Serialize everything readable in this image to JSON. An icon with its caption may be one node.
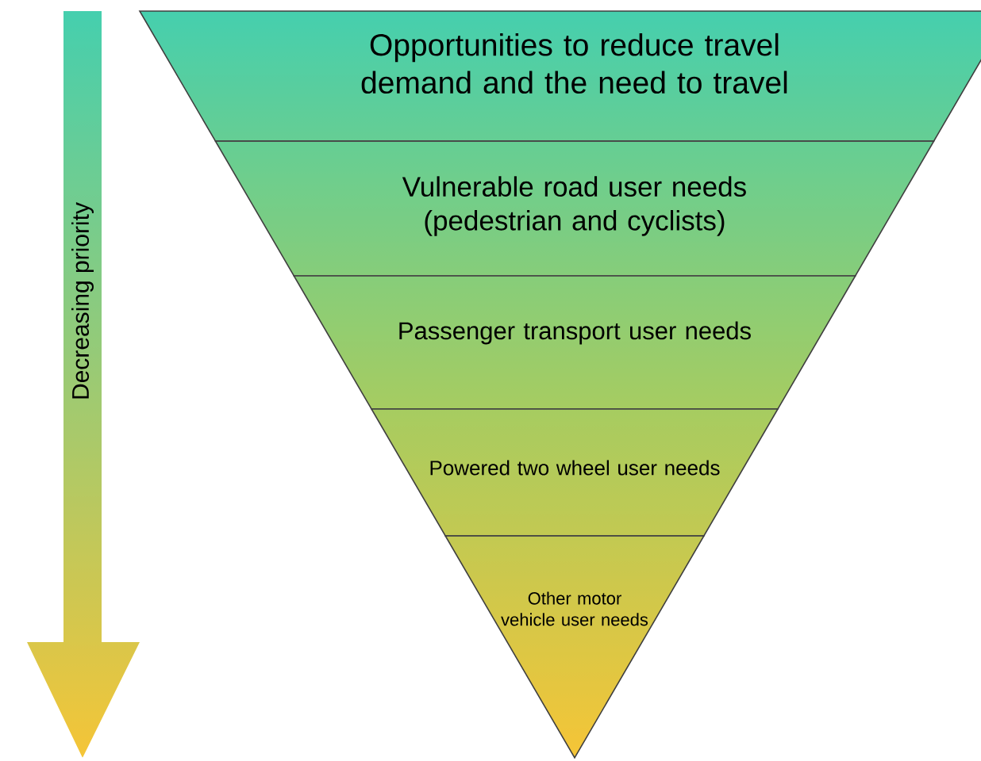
{
  "diagram": {
    "nodes": [
      {
        "text": [
          "Opportunities to reduce travel demand and the need to travel"
        ]
      },
      {
        "text": [
          "Vulnerable road user needs (pedestrian and cyclists)"
        ]
      },
      {
        "text": [
          "Passenger transport user needs"
        ]
      },
      {
        "text": [
          "Powered two wheel user needs"
        ]
      },
      {
        "text": [
          "Other motor vehicle user needs"
        ]
      }
    ],
    "labels": [
      "Decreasing priority"
    ]
  }
}
